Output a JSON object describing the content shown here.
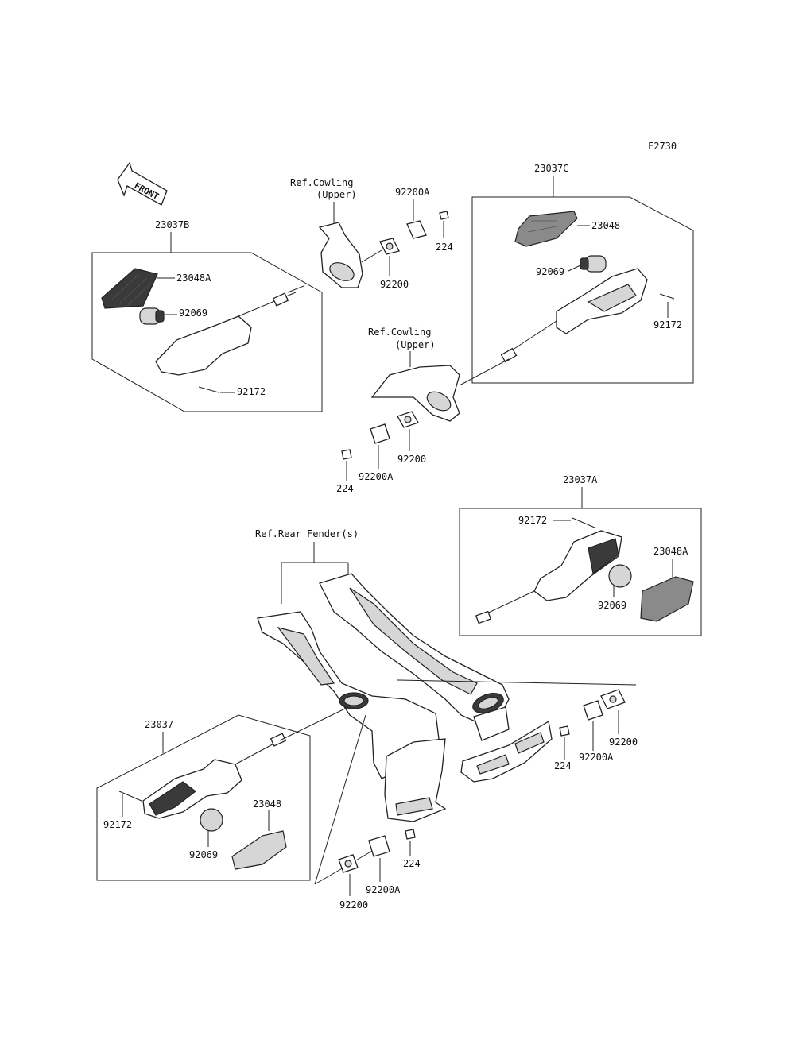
{
  "figure_code": "F2730",
  "front_label": "FRONT",
  "ref_labels": {
    "cowling_upper_left_line1": "Ref.Cowling",
    "cowling_upper_left_line2": "(Upper)",
    "cowling_upper_center_line1": "Ref.Cowling",
    "cowling_upper_center_line2": "(Upper)",
    "rear_fender": "Ref.Rear Fender(s)"
  },
  "assemblies": {
    "front_left": {
      "id": "23037B",
      "lens": "23048A",
      "bulb": "92069",
      "screw": "92172"
    },
    "front_right": {
      "id": "23037C",
      "lens": "23048",
      "bulb": "92069",
      "screw": "92172"
    },
    "rear_right": {
      "id": "23037A",
      "lens": "23048A",
      "bulb": "92069",
      "screw": "92172"
    },
    "rear_left": {
      "id": "23037",
      "lens": "23048",
      "bulb": "92069",
      "screw": "92172"
    }
  },
  "hardware": {
    "top_a": {
      "plate": "92200A",
      "bolt": "224",
      "washer": "92200"
    },
    "mid_a": {
      "plate": "92200A",
      "bolt": "224",
      "washer": "92200"
    },
    "right_b": {
      "plate": "92200A",
      "bolt": "224",
      "washer": "92200"
    },
    "bottom_b": {
      "plate": "92200A",
      "bolt": "224",
      "washer": "92200"
    }
  }
}
